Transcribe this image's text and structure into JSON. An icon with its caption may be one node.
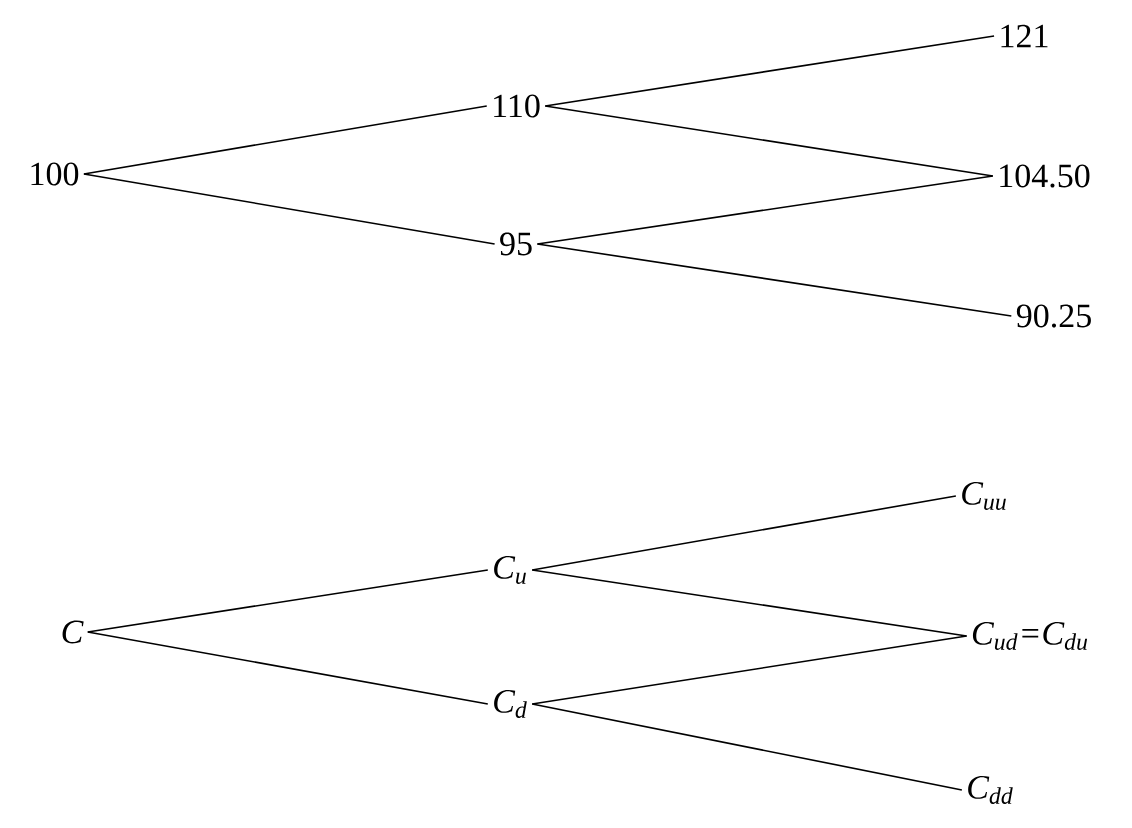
{
  "diagram": {
    "nodes": [
      {
        "text": [
          "100"
        ]
      },
      {
        "text": [
          "110"
        ]
      },
      {
        "text": [
          "95"
        ]
      },
      {
        "text": [
          "121"
        ]
      },
      {
        "text": [
          "104.50"
        ]
      },
      {
        "text": [
          "90.25"
        ]
      },
      {
        "text": [
          "C"
        ]
      },
      {
        "text": [
          "C$_{u}$"
        ]
      },
      {
        "text": [
          "C$_{d}$"
        ]
      },
      {
        "text": [
          "C$_{uu}$"
        ]
      },
      {
        "text": [
          "C$_{ud}$=C$_{du}$"
        ]
      },
      {
        "text": [
          "C$_{dd}$"
        ]
      }
    ],
    "edges": [
      {
        "from": 0,
        "to": 1,
        "arrow": "none"
      },
      {
        "from": 0,
        "to": 2,
        "arrow": "none"
      },
      {
        "from": 1,
        "to": 3,
        "arrow": "none"
      },
      {
        "from": 1,
        "to": 4,
        "arrow": "none"
      },
      {
        "from": 2,
        "to": 4,
        "arrow": "none"
      },
      {
        "from": 2,
        "to": 5,
        "arrow": "none"
      },
      {
        "from": 6,
        "to": 7,
        "arrow": "none"
      },
      {
        "from": 6,
        "to": 8,
        "arrow": "none"
      },
      {
        "from": 7,
        "to": 9,
        "arrow": "none"
      },
      {
        "from": 7,
        "to": 10,
        "arrow": "none"
      },
      {
        "from": 8,
        "to": 10,
        "arrow": "none"
      },
      {
        "from": 8,
        "to": 11,
        "arrow": "none"
      }
    ]
  }
}
